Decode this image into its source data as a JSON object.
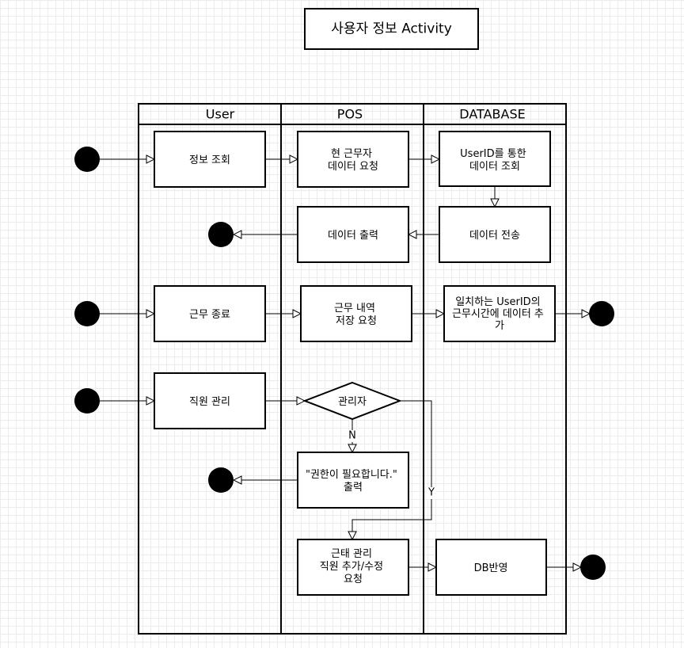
{
  "title": "사용자 정보 Activity",
  "lanes": [
    "User",
    "POS",
    "DATABASE"
  ],
  "nodes": {
    "info_query": [
      "정보 조회"
    ],
    "current_worker_request": [
      "현 근무자",
      "데이터 요청"
    ],
    "userid_query": [
      "UserID를 통한",
      "데이터 조회"
    ],
    "data_output": [
      "데이터 출력"
    ],
    "data_send": [
      "데이터 전송"
    ],
    "work_end": [
      "근무 종료"
    ],
    "work_save_request": [
      "근무 내역",
      "저장 요청"
    ],
    "add_work_time": [
      "일치하는 UserID의",
      "근무시간에 데이터 추",
      "가"
    ],
    "staff_manage": [
      "직원 관리"
    ],
    "manager_decision": [
      "관리자"
    ],
    "need_permission_output": [
      "\"권한이 필요합니다.\"",
      "출력"
    ],
    "attendance_request": [
      "근태 관리",
      "직원 추가/수정",
      "요청"
    ],
    "db_apply": [
      "DB반영"
    ]
  },
  "edge_labels": {
    "no": "N",
    "yes": "Y"
  }
}
